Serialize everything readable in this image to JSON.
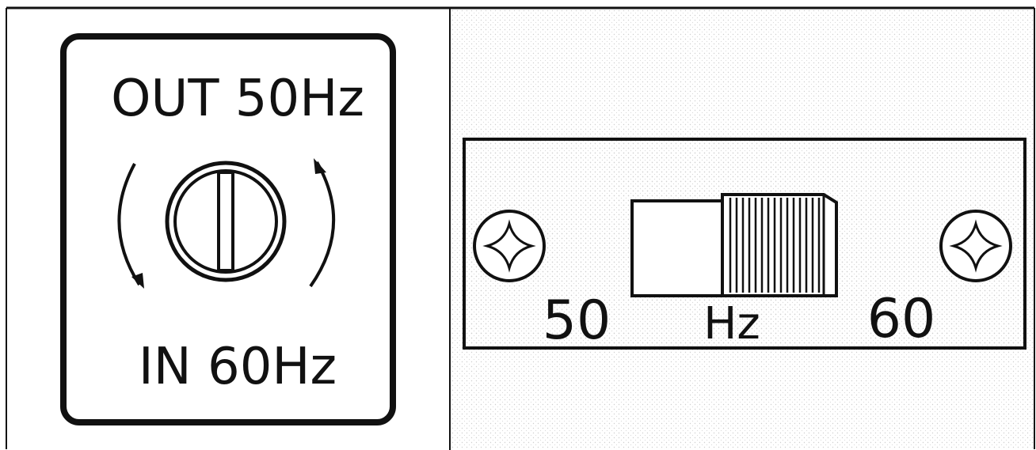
{
  "left_panel": {
    "top_label": "OUT 50Hz",
    "bottom_label": "IN 60Hz",
    "icons": [
      "slotted-screw-icon",
      "rotate-ccw-arrow-icon",
      "rotate-cw-arrow-icon"
    ]
  },
  "right_panel": {
    "left_value": "50",
    "unit": "Hz",
    "right_value": "60",
    "switch_position": "right",
    "icons": [
      "phillips-screw-icon",
      "phillips-screw-icon"
    ]
  },
  "colors": {
    "ink": "#111111",
    "background": "#ffffff",
    "shade": "#cfcfcf"
  }
}
